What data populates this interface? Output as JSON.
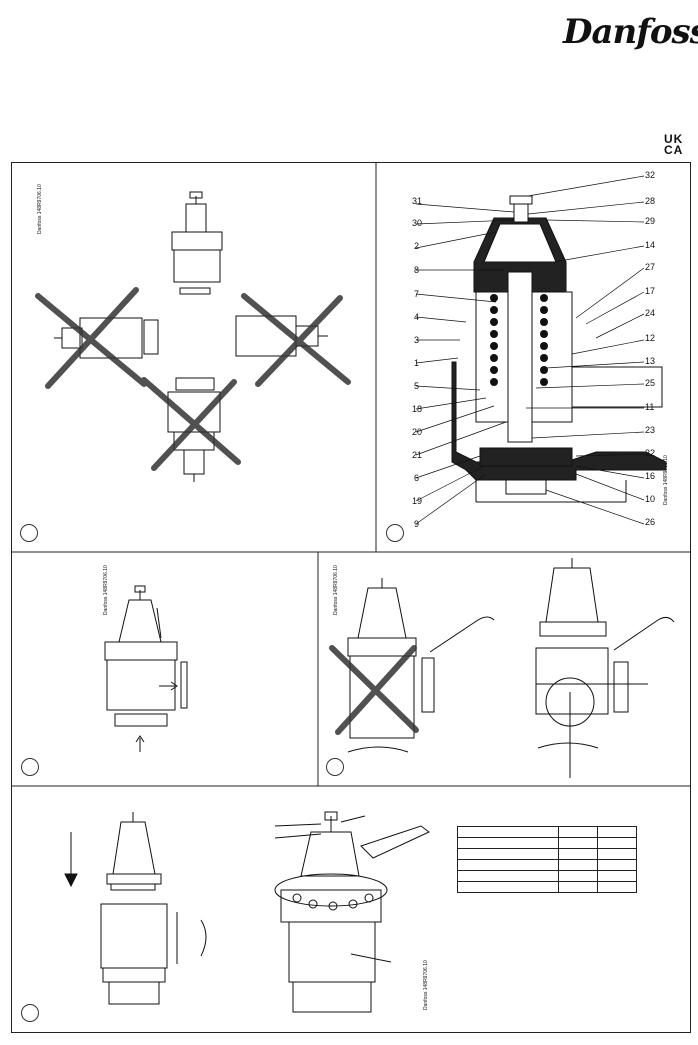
{
  "header": {
    "brand": "Danfoss",
    "ukca_top": "UK",
    "ukca_bottom": "CA"
  },
  "stamp": "Danfoss 148R9706.10",
  "part_labels_left": [
    "31",
    "30",
    "2",
    "8",
    "7",
    "4",
    "3",
    "1",
    "5",
    "18",
    "20",
    "21",
    "6",
    "19",
    "9"
  ],
  "part_labels_right": [
    "32",
    "28",
    "29",
    "14",
    "27",
    "17",
    "24",
    "12",
    "13",
    "25",
    "11",
    "23",
    "22",
    "16",
    "10",
    "26"
  ],
  "icons": {
    "installation-orientation": "crossed-out-orientation-diagrams",
    "cross-section": "valve-cross-section",
    "wrench": "wrench-icon",
    "arrow": "arrow-down-icon"
  },
  "table": {
    "rows": 6,
    "cols": 3
  }
}
